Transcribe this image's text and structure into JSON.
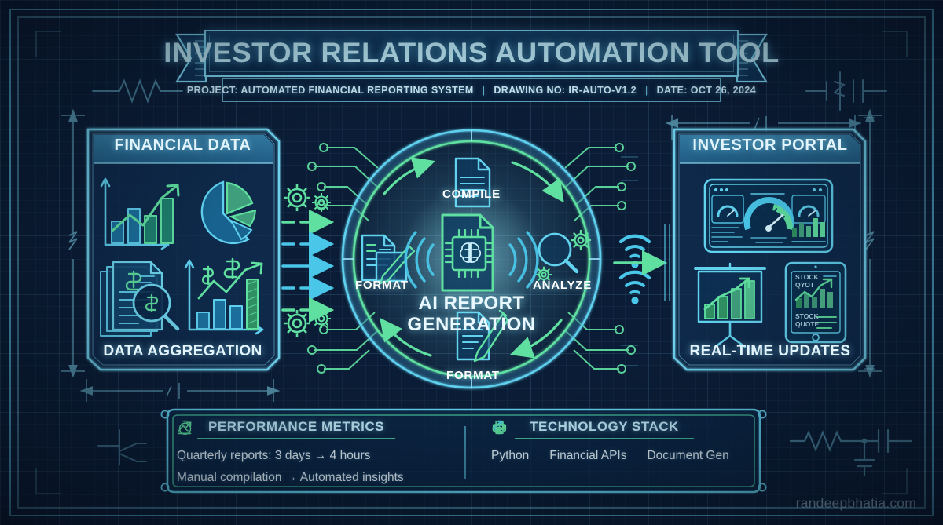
{
  "header": {
    "title": "INVESTOR RELATIONS AUTOMATION TOOL",
    "project": "PROJECT: AUTOMATED FINANCIAL REPORTING SYSTEM",
    "drawing_no": "DRAWING NO: IR-AUTO-V1.2",
    "date": "DATE: OCT 26, 2024",
    "separator": "|"
  },
  "left_panel": {
    "title": "FINANCIAL DATA",
    "caption": "DATA AGGREGATION",
    "icons": [
      "bar-chart-trend-icon",
      "pie-chart-icon",
      "documents-magnifier-icon",
      "dollar-growth-chart-icon"
    ]
  },
  "center": {
    "hub_title_line1": "AI REPORT",
    "hub_title_line2": "GENERATION",
    "hub_icon": "ai-chip-brain-document-icon",
    "nodes": [
      {
        "label": "COMPILE",
        "icon": "document-lines-icon",
        "position": "top"
      },
      {
        "label": "ANALYZE",
        "icon": "magnifier-gears-icon",
        "position": "right"
      },
      {
        "label": "FORMAT",
        "icon": "document-brush-icon",
        "position": "bottom"
      },
      {
        "label": "FORMAT",
        "icon": "document-pen-icon",
        "position": "left"
      }
    ]
  },
  "right_panel": {
    "title": "INVESTOR PORTAL",
    "caption": "REAL-TIME UPDATES",
    "icons": [
      "dashboard-gauge-screen-icon",
      "presentation-chart-icon",
      "tablet-stock-icon"
    ],
    "tablet_labels": [
      "STOCK",
      "QYOT",
      "STOCK",
      "QUOTE"
    ]
  },
  "connectors": {
    "left_flow_icon": "dashed-arrow-right",
    "gear_icon": "gear-icon",
    "wifi_icon": "wifi-icon",
    "right_flow_icon": "arrow-right"
  },
  "bottom_panel": {
    "metrics": {
      "heading": "PERFORMANCE METRICS",
      "rows": [
        {
          "icon": "stopwatch-icon",
          "text": "Quarterly reports: 3 days → 4 hours"
        },
        {
          "icon": "trend-up-icon",
          "text": "Manual compilation → Automated insights"
        }
      ]
    },
    "tech": {
      "heading": "TECHNOLOGY STACK",
      "rows": [
        {
          "icon": "python-icon",
          "text": "Python"
        },
        {
          "icon": "cloud-dollar-icon",
          "text": "Financial APIs"
        },
        {
          "icon": "printer-icon",
          "text": "Document Gen"
        }
      ]
    }
  },
  "watermark": "randeepbhatia.com",
  "colors": {
    "background": "#0b1d36",
    "blueprint_line": "#5fc8e8",
    "cyan": "#49c6e8",
    "accent_green": "#5fe0a0",
    "text_light": "#e2f5fd",
    "panel_header": "#2f7fa8"
  }
}
